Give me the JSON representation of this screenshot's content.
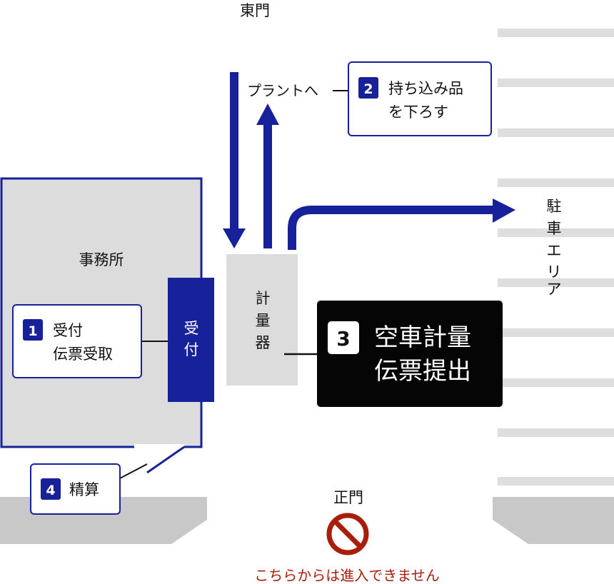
{
  "colors": {
    "navy": "#17229a",
    "gray_fill": "#dcdcdc",
    "stripe_gray": "#dedede",
    "dark_gray": "#c8c8c8",
    "black_box": "#050505",
    "warning_red": "#a81e0a"
  },
  "gates": {
    "east_gate": "東門",
    "main_gate": "正門",
    "no_entry_notice": "こちらからは進入できません"
  },
  "office": {
    "title": "事務所",
    "reception": "受付"
  },
  "scale": {
    "label": "計量器"
  },
  "labels": {
    "to_plant": "プラントへ",
    "parking_area": "駐車エリア"
  },
  "steps": [
    {
      "number": "1",
      "line1": "受付",
      "line2": "伝票受取"
    },
    {
      "number": "2",
      "line1": "持ち込み品",
      "line2": "を下ろす"
    },
    {
      "number": "3",
      "line1": "空車計量",
      "line2": "伝票提出"
    },
    {
      "number": "4",
      "line1": "精算"
    }
  ]
}
